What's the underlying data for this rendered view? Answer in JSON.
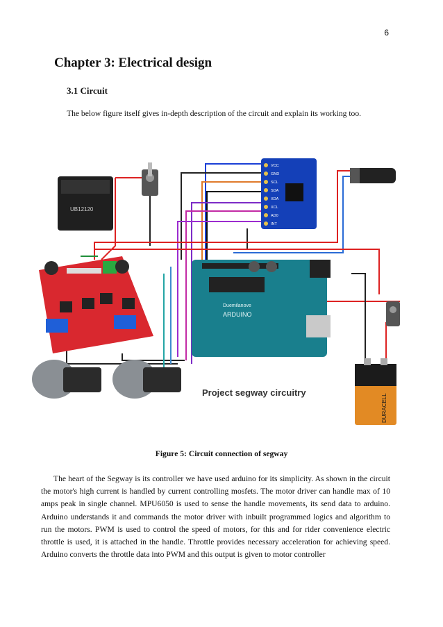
{
  "page": {
    "number": "6"
  },
  "chapter_title": "Chapter 3: Electrical design",
  "section_title": "3.1 Circuit",
  "intro_text": "The below figure itself gives in-depth description of the circuit and explain its working too.",
  "figure": {
    "overlay_text": "Project segway circuitry",
    "battery_label": "UB12120",
    "imu_pins": [
      "VCC",
      "GND",
      "SCL",
      "SDA",
      "XDA",
      "XCL",
      "AD0",
      "INT"
    ],
    "board_label": "Duemilanove",
    "arduino_label": "ARDUINO",
    "duracell_label": "DURACELL"
  },
  "caption": "Figure 5: Circuit connection of segway",
  "body_text": "The heart of the Segway is its controller we have used arduino for its simplicity. As shown in the circuit the motor's high current is handled by current controlling mosfets. The motor driver can handle max of 10 amps peak in single channel. MPU6050 is used to sense the handle movements, its send data to arduino. Arduino understands it and commands the motor driver with inbuilt programmed logics and algorithm to run the motors. PWM is used to control the speed of motors, for this and for rider convenience electric throttle is used, it is attached in the handle. Throttle provides necessary acceleration for achieving speed. Arduino converts the throttle data into PWM and this output is given to motor controller"
}
